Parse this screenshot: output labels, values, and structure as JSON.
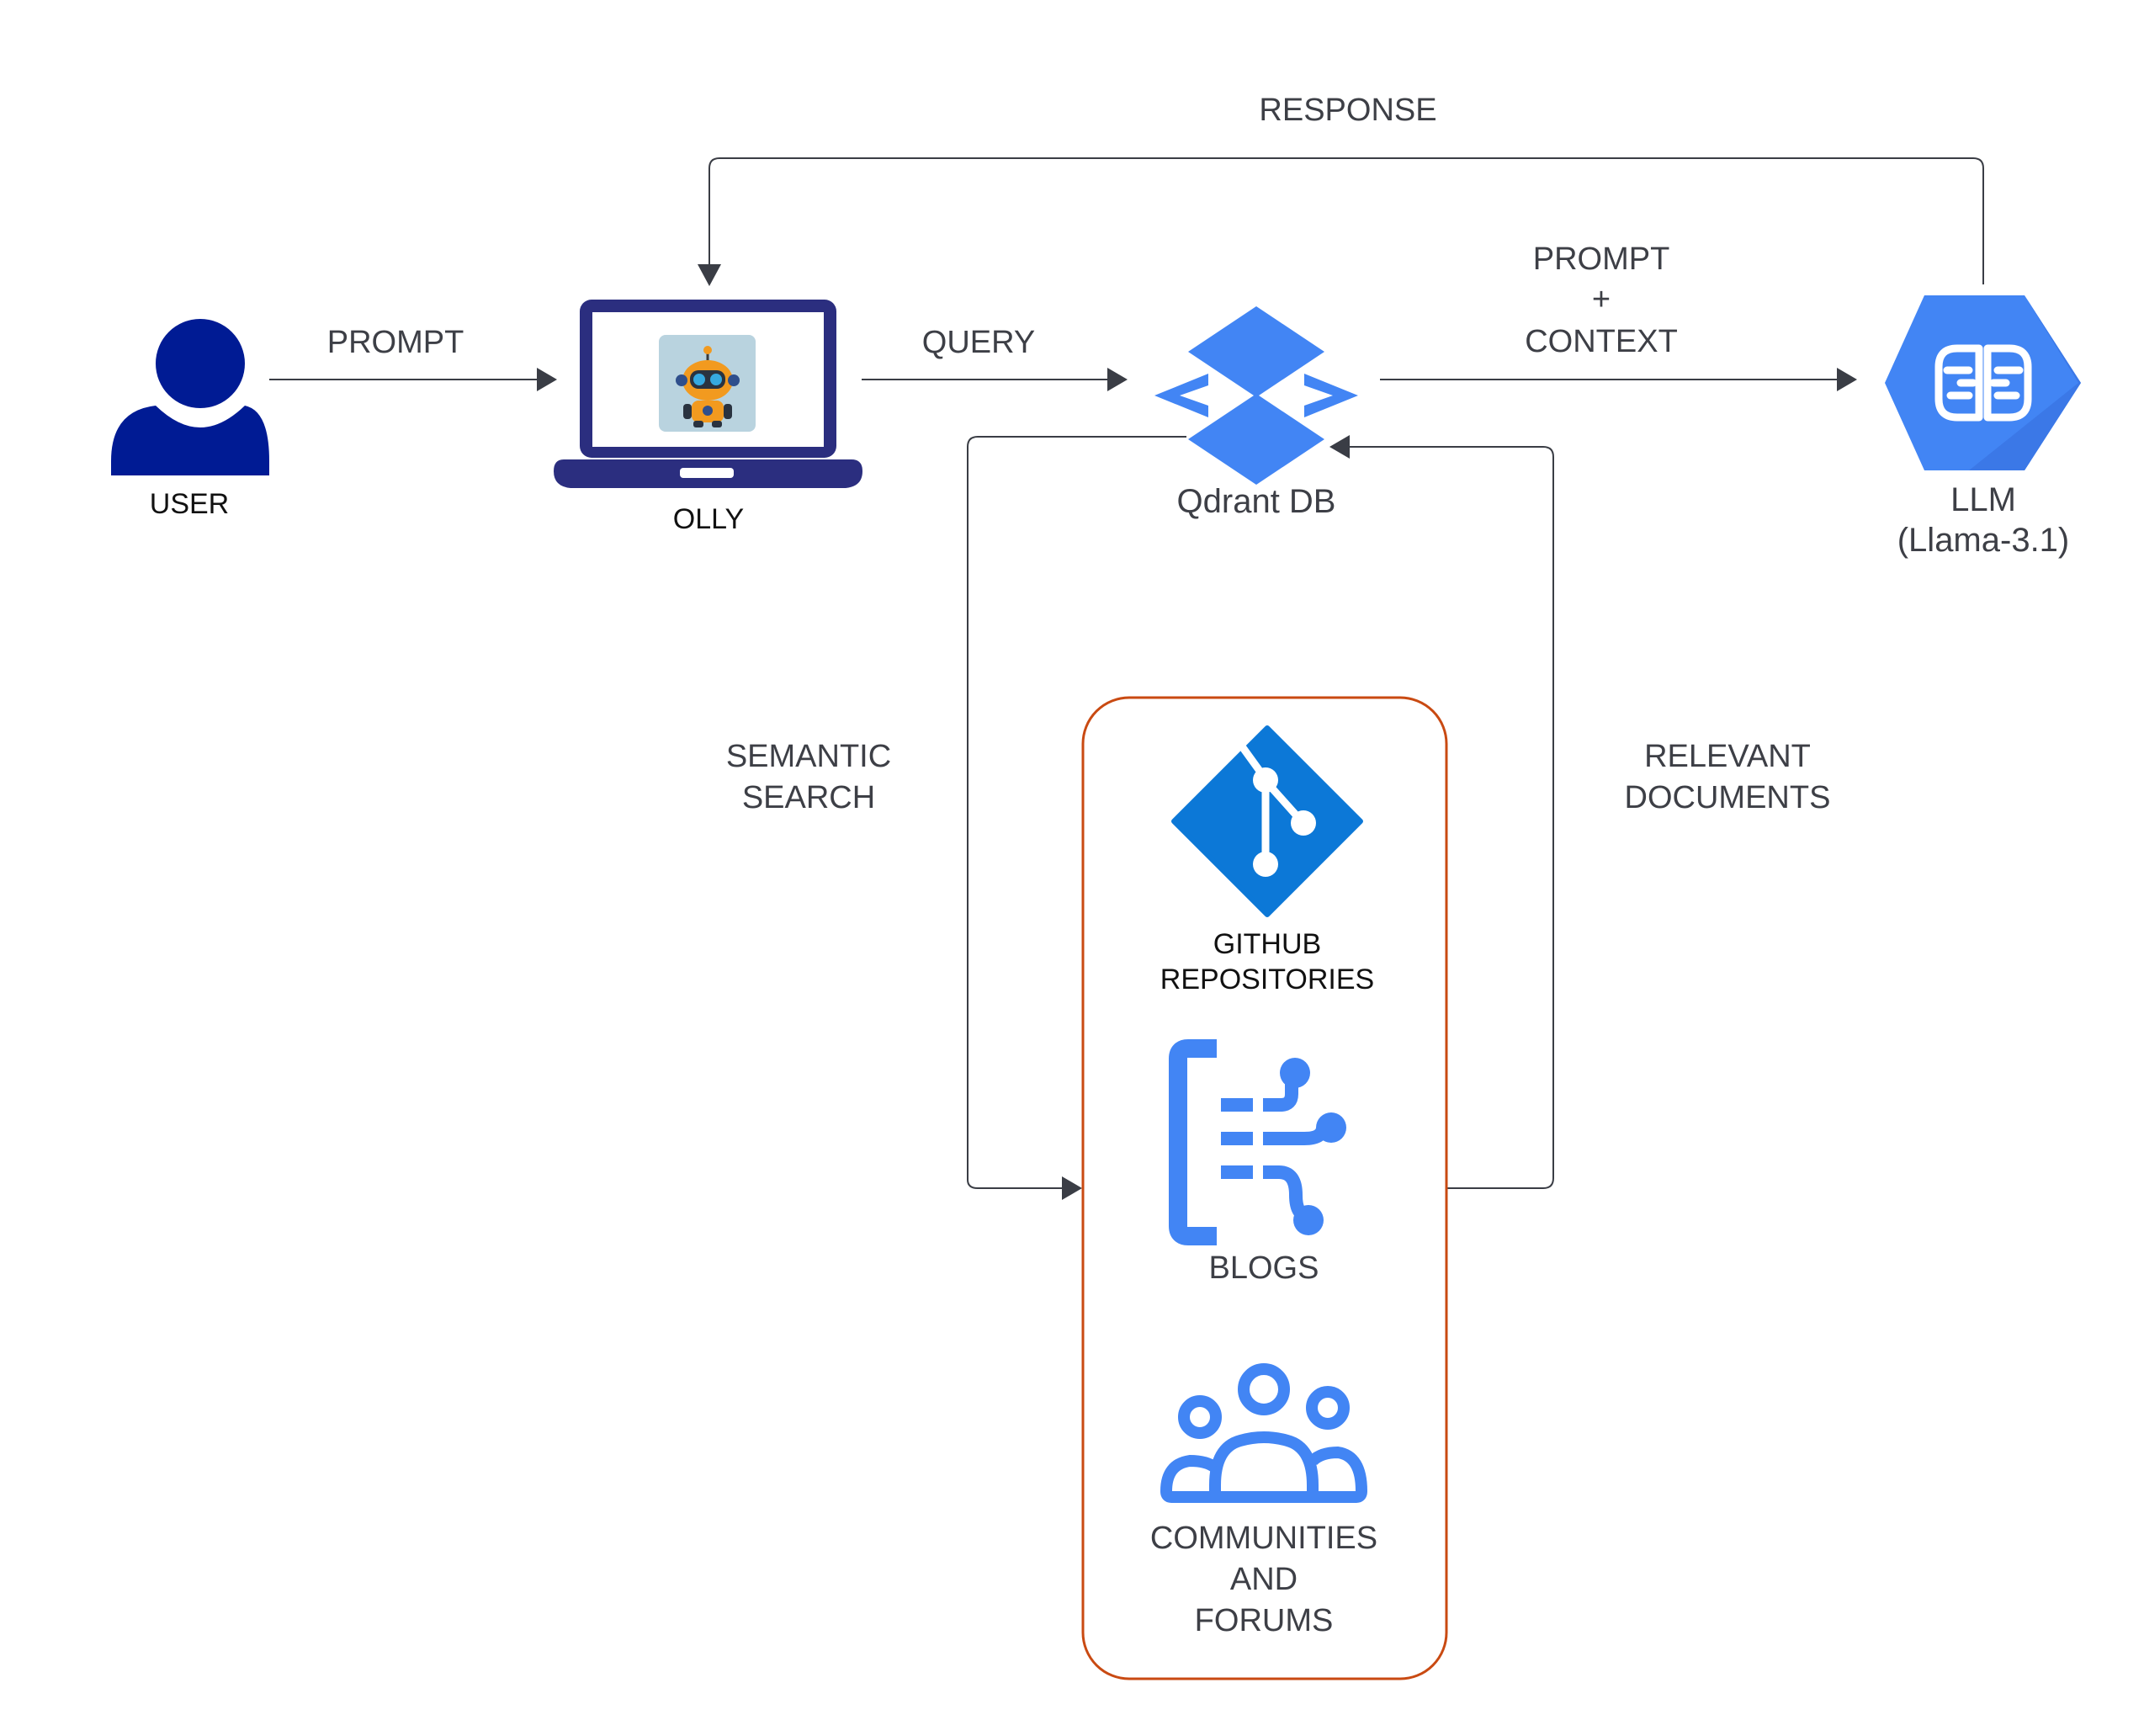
{
  "nodes": {
    "user": {
      "label": "USER"
    },
    "olly": {
      "label": "OLLY"
    },
    "qdrant": {
      "label": "Qdrant DB"
    },
    "llm": {
      "label_line1": "LLM",
      "label_line2": "(Llama-3.1)"
    },
    "github": {
      "label_line1": "GITHUB",
      "label_line2": "REPOSITORIES"
    },
    "blogs": {
      "label": "BLOGS"
    },
    "communities": {
      "label_line1": "COMMUNITIES",
      "label_line2": "AND",
      "label_line3": "FORUMS"
    }
  },
  "edges": {
    "user_to_olly": "PROMPT",
    "olly_to_qdrant": "QUERY",
    "qdrant_to_llm": {
      "line1": "PROMPT",
      "line2": "+",
      "line3": "CONTEXT"
    },
    "llm_to_olly": "RESPONSE",
    "qdrant_to_sources": {
      "line1": "SEMANTIC",
      "line2": "SEARCH"
    },
    "sources_to_qdrant": {
      "line1": "RELEVANT",
      "line2": "DOCUMENTS"
    }
  },
  "icons": {
    "user": "user-silhouette-icon",
    "olly": "laptop-robot-icon",
    "qdrant": "qdrant-logo-icon",
    "llm": "ai-brain-icon",
    "github": "git-icon",
    "blogs": "document-tree-icon",
    "communities": "people-group-icon"
  },
  "colors": {
    "user": "#001b94",
    "laptop": "#2b2e7f",
    "blue": "#4285f4",
    "git": "#0c78d7",
    "sources_border": "#c94a12",
    "connector": "#3a3d45",
    "text": "#3d3f46"
  }
}
